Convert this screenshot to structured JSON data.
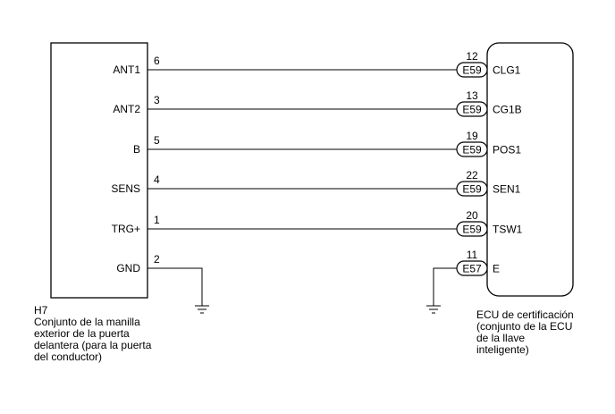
{
  "left_component": {
    "id": "H7",
    "name_lines": [
      "Conjunto de la manilla",
      "exterior de la puerta",
      "delantera (para la puerta",
      "del conductor)"
    ]
  },
  "right_component": {
    "name_lines": [
      "ECU de certificación",
      "(conjunto de la ECU",
      "de la llave",
      "inteligente)"
    ]
  },
  "wires": [
    {
      "left_label": "ANT1",
      "left_pin": "6",
      "connector": "E59",
      "right_pin": "12",
      "right_label": "CLG1",
      "ground": false
    },
    {
      "left_label": "ANT2",
      "left_pin": "3",
      "connector": "E59",
      "right_pin": "13",
      "right_label": "CG1B",
      "ground": false
    },
    {
      "left_label": "B",
      "left_pin": "5",
      "connector": "E59",
      "right_pin": "19",
      "right_label": "POS1",
      "ground": false
    },
    {
      "left_label": "SENS",
      "left_pin": "4",
      "connector": "E59",
      "right_pin": "22",
      "right_label": "SEN1",
      "ground": false
    },
    {
      "left_label": "TRG+",
      "left_pin": "1",
      "connector": "E59",
      "right_pin": "20",
      "right_label": "TSW1",
      "ground": false
    },
    {
      "left_label": "GND",
      "left_pin": "2",
      "connector": "E57",
      "right_pin": "11",
      "right_label": "E",
      "ground": true
    }
  ]
}
